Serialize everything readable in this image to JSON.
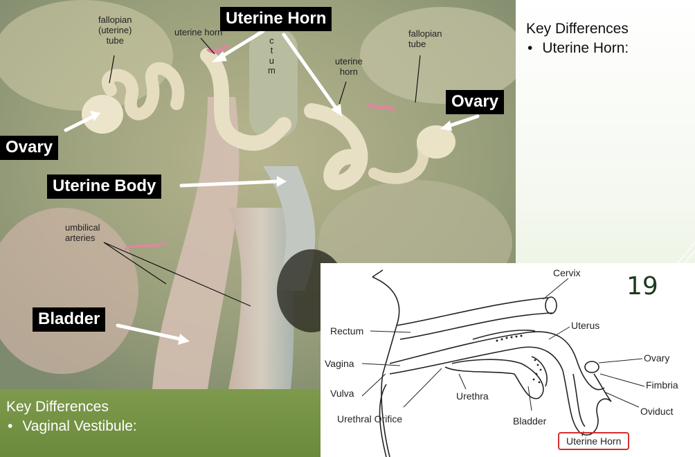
{
  "slide": {
    "number": "19",
    "side_title": "Key Differences",
    "side_bullet": "Uterine Horn:",
    "bottom_title": "Key Differences",
    "bottom_bullet": "Vaginal Vestibule:",
    "bullet_glyph": "•"
  },
  "photo_labels": {
    "uterine_horn_box": "Uterine Horn",
    "ovary_left_box": "Ovary",
    "ovary_right_box": "Ovary",
    "uterine_body_box": "Uterine Body",
    "bladder_box": "Bladder",
    "fallopian_left": "fallopian\n(uterine)\ntube",
    "uterine_horn_small_left": "uterine horn",
    "rectum_vertical": "c\nt\nu\nm",
    "uterine_horn_small_right": "uterine\nhorn",
    "fallopian_right": "fallopian\ntube",
    "umbilical": "umbilical\narteries"
  },
  "diagram_labels": {
    "cervix": "Cervix",
    "rectum": "Rectum",
    "uterus": "Uterus",
    "ovary": "Ovary",
    "vagina": "Vagina",
    "fimbria": "Fimbria",
    "vulva": "Vulva",
    "urethra": "Urethra",
    "oviduct": "Oviduct",
    "urethral_orifice": "Urethral Orifice",
    "bladder": "Bladder",
    "uterine_horn": "Uterine Horn"
  },
  "colors": {
    "band_green": "#6b8a3c",
    "highlight_red": "#d32f2f",
    "slide_number": "#1e3a1e"
  }
}
